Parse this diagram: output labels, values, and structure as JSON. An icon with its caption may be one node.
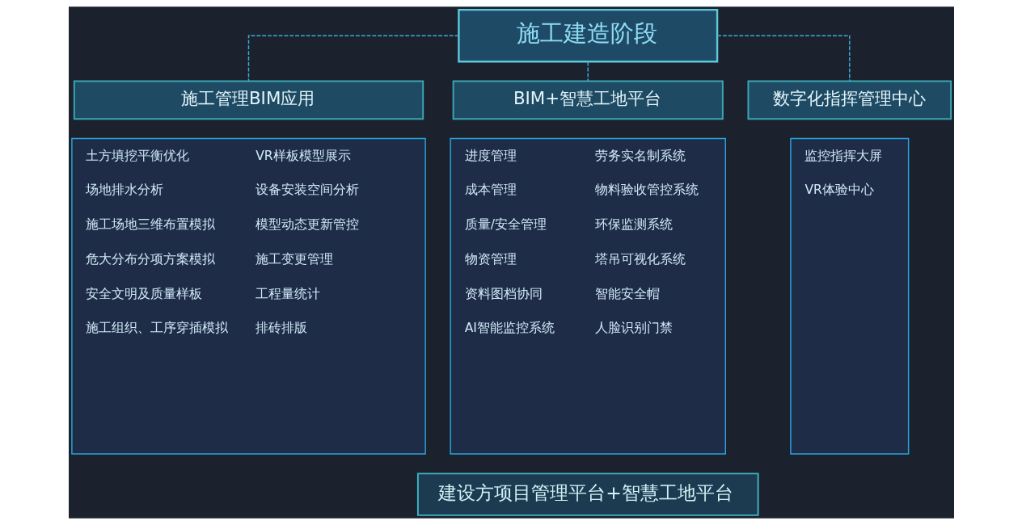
{
  "diagram": {
    "nodes": [
      {
        "text": [
          "施工建造阶段"
        ]
      },
      {
        "text": [
          "施工管理BIM应用"
        ]
      },
      {
        "text": [
          "土方填挖平衡优化",
          "VR样板模型展示",
          "场地排水分析",
          "设备安装空间分析",
          "施工场地三维布置模拟",
          "模型动态更新管控",
          "危大分布分项方案模拟",
          "施工变更管理",
          "安全文明及质量样板",
          "工程量统计",
          "施工组织、工序穿插模拟",
          "排砖排版"
        ]
      },
      {
        "text": [
          "BIM+智慧工地平台"
        ]
      },
      {
        "text": [
          "进度管理",
          "劳务实名制系统",
          "成本管理",
          "物料验收管控系统",
          "质量/安全管理",
          "环保监测系统",
          "物资管理",
          "塔吊可视化系统",
          "资料图档协同",
          "智能安全帽",
          "AI智能监控系统",
          "人脸识别门禁"
        ]
      },
      {
        "text": [
          "数字化指挥管理中心"
        ]
      },
      {
        "text": [
          "监控指挥大屏",
          "VR体验中心"
        ]
      },
      {
        "text": [
          "建设方项目管理平台+智慧工地平台"
        ]
      }
    ],
    "edges": [
      {
        "from": 0,
        "to": 1,
        "arrow": "none",
        "style": "dashed"
      },
      {
        "from": 0,
        "to": 3,
        "arrow": "none",
        "style": "dashed"
      },
      {
        "from": 0,
        "to": 5,
        "arrow": "none",
        "style": "dashed"
      }
    ]
  }
}
